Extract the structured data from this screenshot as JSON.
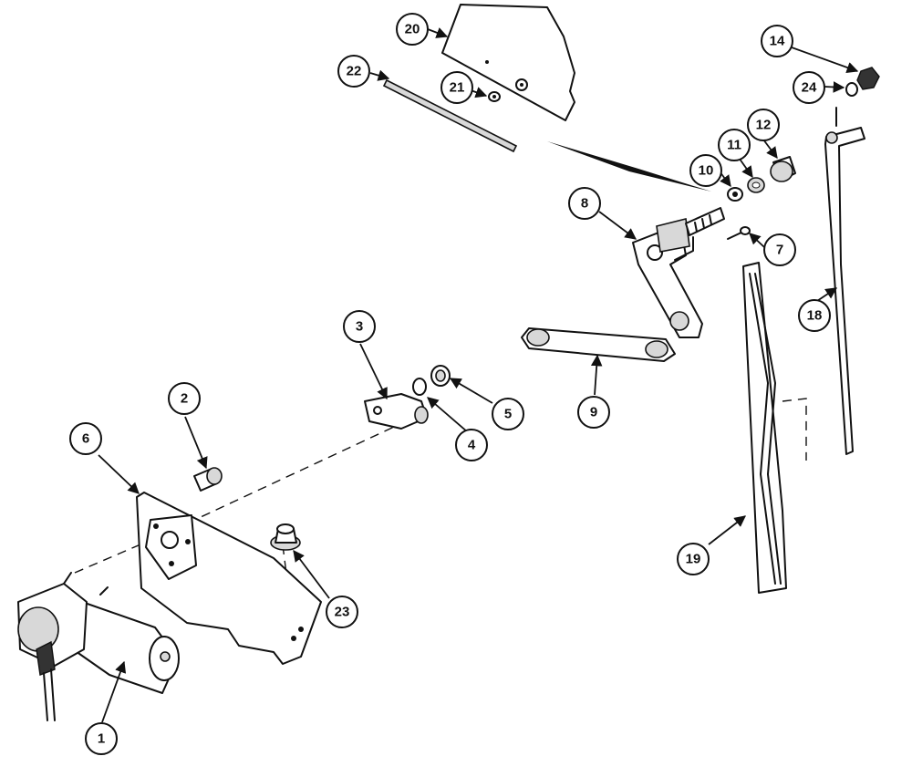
{
  "diagram": {
    "callouts": [
      {
        "id": "c1",
        "label": "1"
      },
      {
        "id": "c2",
        "label": "2"
      },
      {
        "id": "c3",
        "label": "3"
      },
      {
        "id": "c4",
        "label": "4"
      },
      {
        "id": "c5",
        "label": "5"
      },
      {
        "id": "c6",
        "label": "6"
      },
      {
        "id": "c7",
        "label": "7"
      },
      {
        "id": "c8",
        "label": "8"
      },
      {
        "id": "c9",
        "label": "9"
      },
      {
        "id": "c10",
        "label": "10"
      },
      {
        "id": "c11",
        "label": "11"
      },
      {
        "id": "c12",
        "label": "12"
      },
      {
        "id": "c14",
        "label": "14"
      },
      {
        "id": "c18",
        "label": "18"
      },
      {
        "id": "c19",
        "label": "19"
      },
      {
        "id": "c20",
        "label": "20"
      },
      {
        "id": "c21",
        "label": "21"
      },
      {
        "id": "c22",
        "label": "22"
      },
      {
        "id": "c23",
        "label": "23"
      },
      {
        "id": "c24",
        "label": "24"
      }
    ]
  }
}
